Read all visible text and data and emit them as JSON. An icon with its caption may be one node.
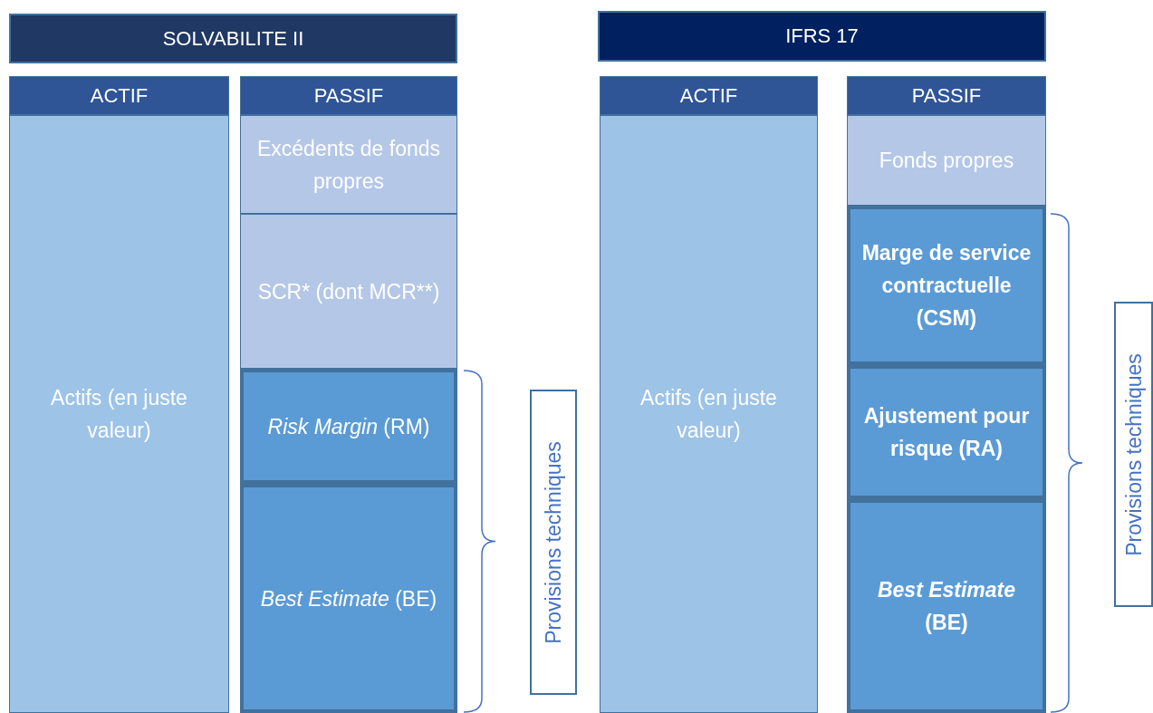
{
  "diagram": {
    "nodes": [
      {
        "text": [
          "SOLVABILITE II"
        ]
      },
      {
        "text": [
          "ACTIF"
        ]
      },
      {
        "text": [
          "PASSIF"
        ]
      },
      {
        "text": [
          "Excédents de fonds propres"
        ]
      },
      {
        "text": [
          "SCR* (dont MCR**)"
        ]
      },
      {
        "text": [
          "Actifs (en juste valeur)"
        ]
      },
      {
        "text": [
          "*Risk Margin* (RM)"
        ]
      },
      {
        "text": [
          "*Best Estimate* (BE)"
        ]
      },
      {
        "text": [
          "Provisions techniques"
        ]
      },
      {
        "text": [
          "IFRS 17"
        ]
      },
      {
        "text": [
          "ACTIF"
        ]
      },
      {
        "text": [
          "PASSIF"
        ]
      },
      {
        "text": [
          "Fonds propres"
        ]
      },
      {
        "text": [
          "Marge de service contractuelle (CSM)"
        ]
      },
      {
        "text": [
          "Actifs (en juste valeur)"
        ]
      },
      {
        "text": [
          "Ajustement pour risque (RA)"
        ]
      },
      {
        "text": [
          "*Best Estimate* (BE)"
        ]
      },
      {
        "text": [
          "Provisions techniques"
        ]
      }
    ],
    "edges": []
  }
}
